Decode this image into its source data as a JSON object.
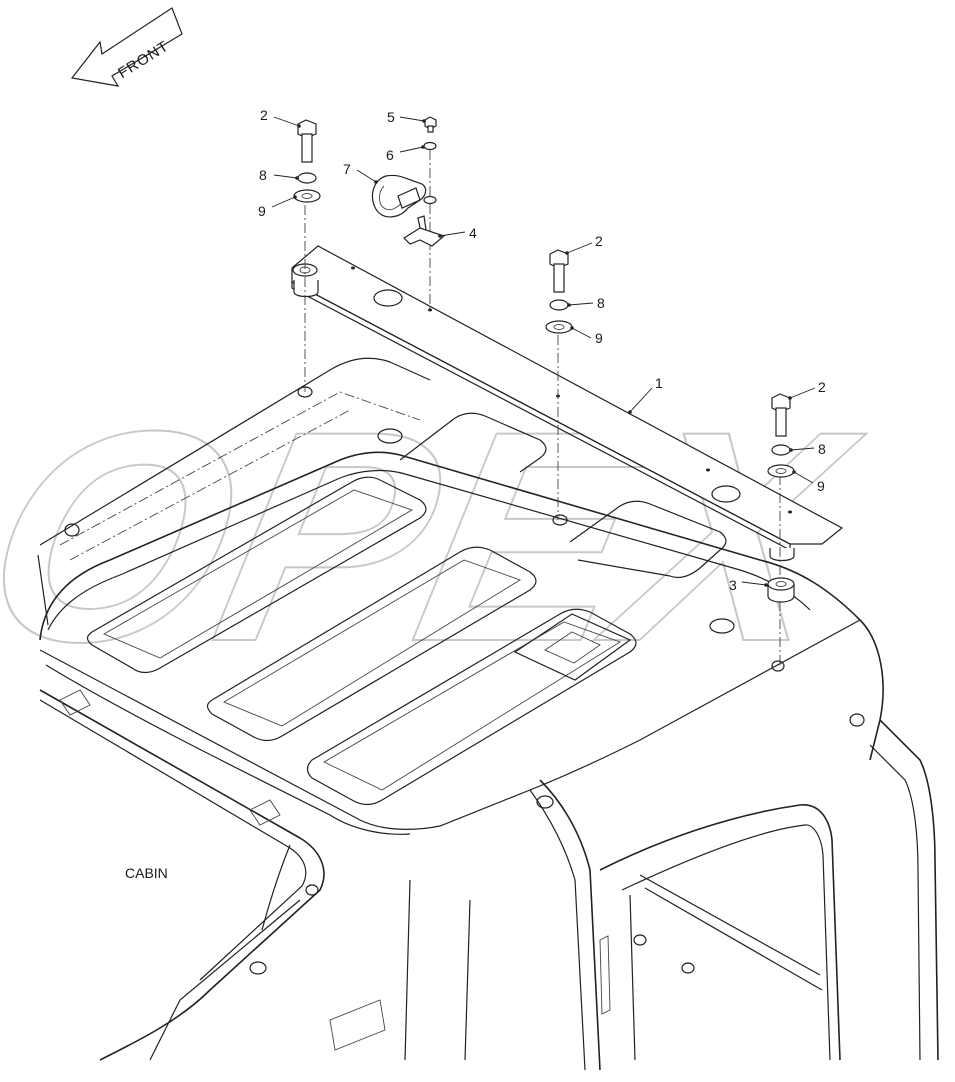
{
  "diagram": {
    "direction_label": "FRONT",
    "area_label": "CABIN",
    "watermark": "OPEX",
    "callouts": [
      {
        "id": "c1",
        "text": "1"
      },
      {
        "id": "c2a",
        "text": "2"
      },
      {
        "id": "c2b",
        "text": "2"
      },
      {
        "id": "c2c",
        "text": "2"
      },
      {
        "id": "c3",
        "text": "3"
      },
      {
        "id": "c4",
        "text": "4"
      },
      {
        "id": "c5",
        "text": "5"
      },
      {
        "id": "c6",
        "text": "6"
      },
      {
        "id": "c7",
        "text": "7"
      },
      {
        "id": "c8a",
        "text": "8"
      },
      {
        "id": "c8b",
        "text": "8"
      },
      {
        "id": "c8c",
        "text": "8"
      },
      {
        "id": "c9a",
        "text": "9"
      },
      {
        "id": "c9b",
        "text": "9"
      },
      {
        "id": "c9c",
        "text": "9"
      }
    ]
  }
}
